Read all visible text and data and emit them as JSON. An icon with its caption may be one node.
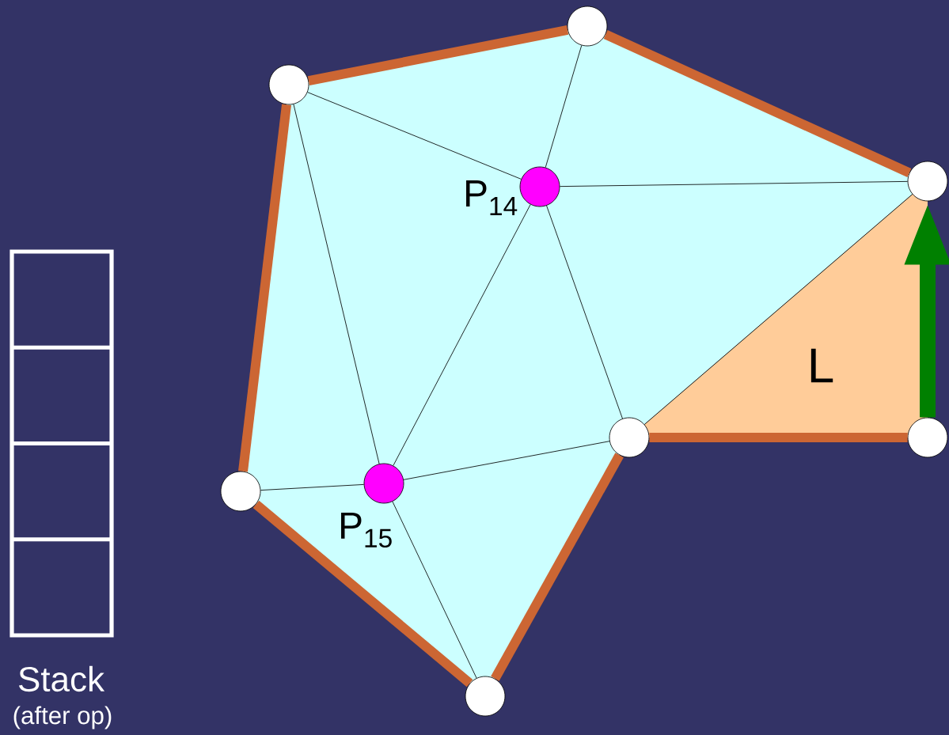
{
  "diagram": {
    "nodes": [
      {
        "text": [],
        "shape": "circle"
      },
      {
        "text": [],
        "shape": "circle"
      },
      {
        "text": [],
        "shape": "circle"
      },
      {
        "text": [],
        "shape": "circle",
        "beside": [
          "P$_{14}$"
        ]
      },
      {
        "text": [],
        "shape": "circle"
      },
      {
        "text": [],
        "shape": "circle"
      },
      {
        "text": [],
        "shape": "circle",
        "beside": [
          "P$_{15}$"
        ]
      },
      {
        "text": [],
        "shape": "circle"
      },
      {
        "text": [],
        "shape": "circle"
      }
    ],
    "edges": [
      {
        "from": 0,
        "to": 1,
        "arrow": "none",
        "style": "thick",
        "color": "#cc6633"
      },
      {
        "from": 1,
        "to": 2,
        "arrow": "none",
        "style": "thick",
        "color": "#cc6633"
      },
      {
        "from": 0,
        "to": 3,
        "arrow": "none"
      },
      {
        "from": 1,
        "to": 3,
        "arrow": "none"
      },
      {
        "from": 3,
        "to": 2,
        "arrow": "none"
      },
      {
        "from": 4,
        "to": 2,
        "arrow": "to",
        "style": "thick",
        "color": "#008000"
      },
      {
        "from": 0,
        "to": 6,
        "arrow": "none"
      },
      {
        "from": 3,
        "to": 6,
        "arrow": "none"
      },
      {
        "from": 3,
        "to": 5,
        "arrow": "none"
      },
      {
        "from": 5,
        "to": 2,
        "arrow": "none"
      },
      {
        "from": 4,
        "to": 5,
        "arrow": "none",
        "style": "thick",
        "color": "#cc6633"
      },
      {
        "from": 5,
        "to": 6,
        "arrow": "none"
      },
      {
        "from": 7,
        "to": 6,
        "arrow": "none"
      },
      {
        "from": 6,
        "to": 8,
        "arrow": "none"
      },
      {
        "from": 5,
        "to": 8,
        "arrow": "none",
        "style": "thick",
        "color": "#cc6633"
      },
      {
        "from": 8,
        "to": 7,
        "arrow": "none",
        "style": "thick",
        "color": "#cc6633"
      },
      {
        "from": 7,
        "to": 0,
        "arrow": "none",
        "style": "thick",
        "color": "#cc6633"
      }
    ],
    "labels": [
      "L",
      "Stack",
      "(after op)"
    ]
  }
}
